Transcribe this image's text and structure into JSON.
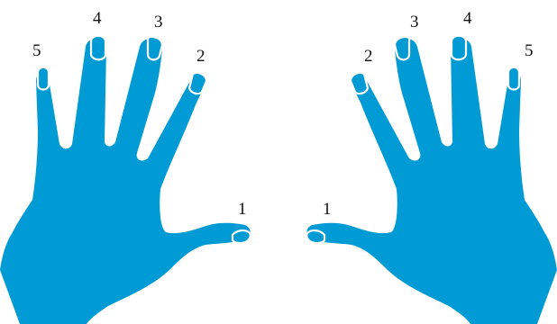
{
  "colors": {
    "hand": "#009bd4",
    "nail_outline": "#ffffff",
    "label": "#111111",
    "background": "#ffffff"
  },
  "hands": {
    "left": {
      "fingers": {
        "thumb": "1",
        "index": "2",
        "middle": "3",
        "ring": "4",
        "pinky": "5"
      }
    },
    "right": {
      "fingers": {
        "thumb": "1",
        "index": "2",
        "middle": "3",
        "ring": "4",
        "pinky": "5"
      }
    }
  }
}
